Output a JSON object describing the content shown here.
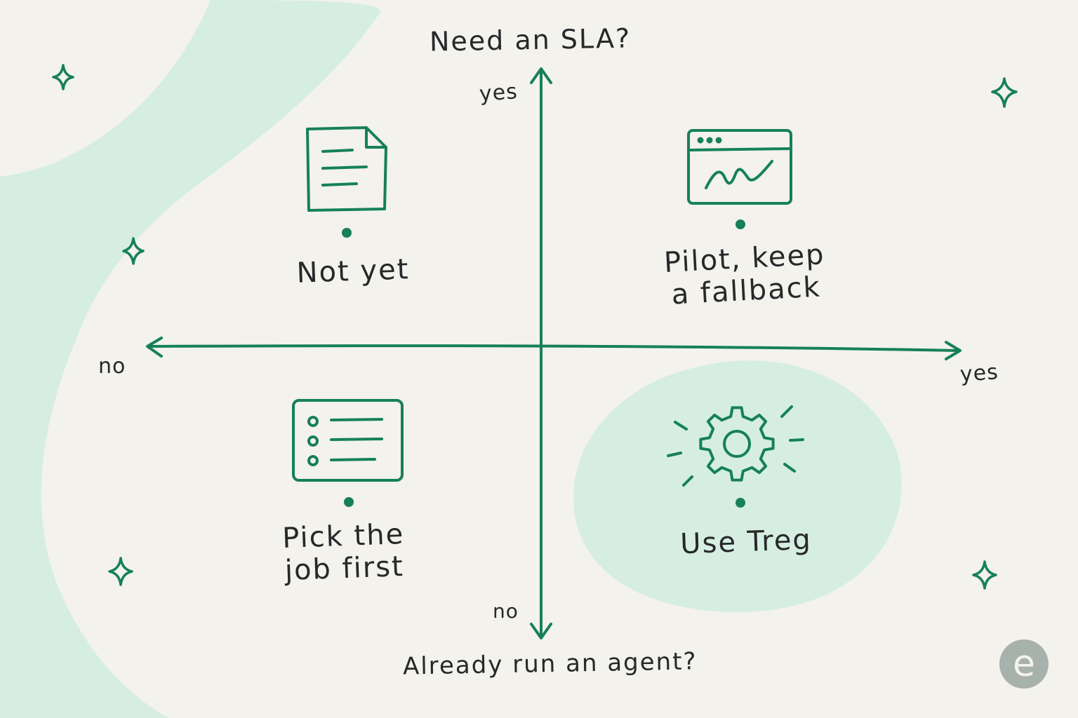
{
  "colors": {
    "background": "#f3f2ec",
    "blob": "#d6eee2",
    "accent": "#16805a",
    "text": "#26282a",
    "logo": "#a7b2ad"
  },
  "axes": {
    "y_title": "Need an SLA?",
    "x_title": "Already run an agent?",
    "y_positive": "yes",
    "y_negative": "no",
    "x_negative": "no",
    "x_positive": "yes"
  },
  "quadrants": [
    {
      "position": "top-left",
      "icon": "document-icon",
      "label": "Not yet"
    },
    {
      "position": "top-right",
      "icon": "browser-chart-icon",
      "label": "Pilot, keep\na fallback"
    },
    {
      "position": "bottom-left",
      "icon": "checklist-icon",
      "label": "Pick the\njob first"
    },
    {
      "position": "bottom-right",
      "icon": "gear-icon",
      "label": "Use Treg",
      "highlighted": true
    }
  ],
  "decorations": [
    "sparkle-icon",
    "sparkle-icon",
    "sparkle-icon",
    "sparkle-icon",
    "sparkle-icon"
  ],
  "logo": {
    "icon": "logo-icon",
    "letter": "e"
  }
}
